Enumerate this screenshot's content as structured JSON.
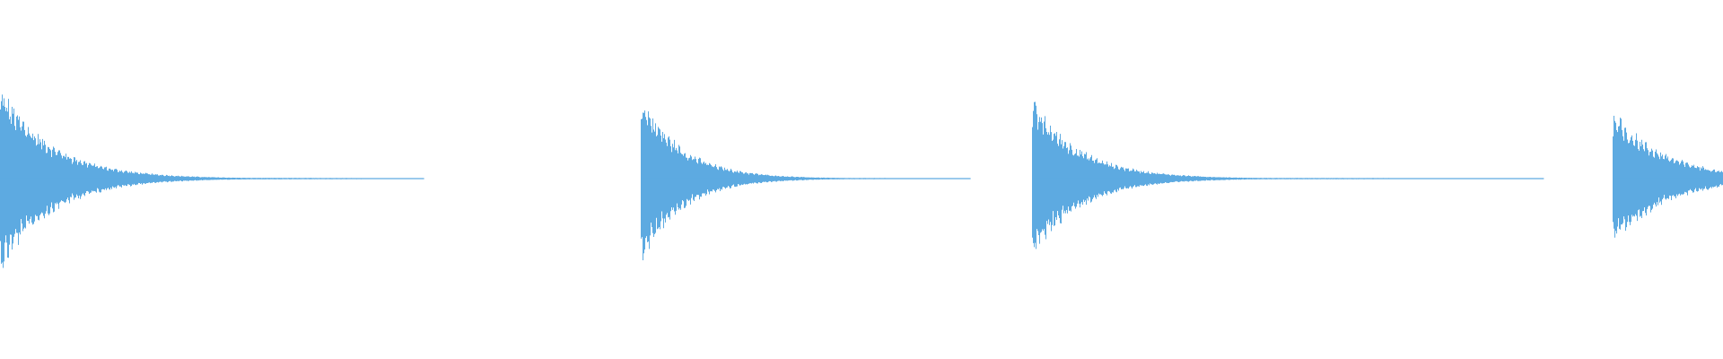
{
  "waveform": {
    "color": "#5DAAE1",
    "background": "#FFFFFF",
    "baseline_amplitude": 0,
    "amplitude_scale": [
      -1,
      1
    ],
    "duration_scale": [
      0,
      1
    ],
    "events": [
      {
        "onset": 0.0,
        "end": 0.246,
        "peak": 0.54,
        "decay": 0.03,
        "tail": 0.01
      },
      {
        "onset": 0.372,
        "end": 0.563,
        "peak": 0.49,
        "decay": 0.024,
        "tail": 0.008
      },
      {
        "onset": 0.599,
        "end": 0.896,
        "peak": 0.46,
        "decay": 0.028,
        "tail": 0.008
      },
      {
        "onset": 0.936,
        "end": 1.0,
        "peak": 0.4,
        "decay": 0.03,
        "tail": 0.06
      }
    ]
  }
}
